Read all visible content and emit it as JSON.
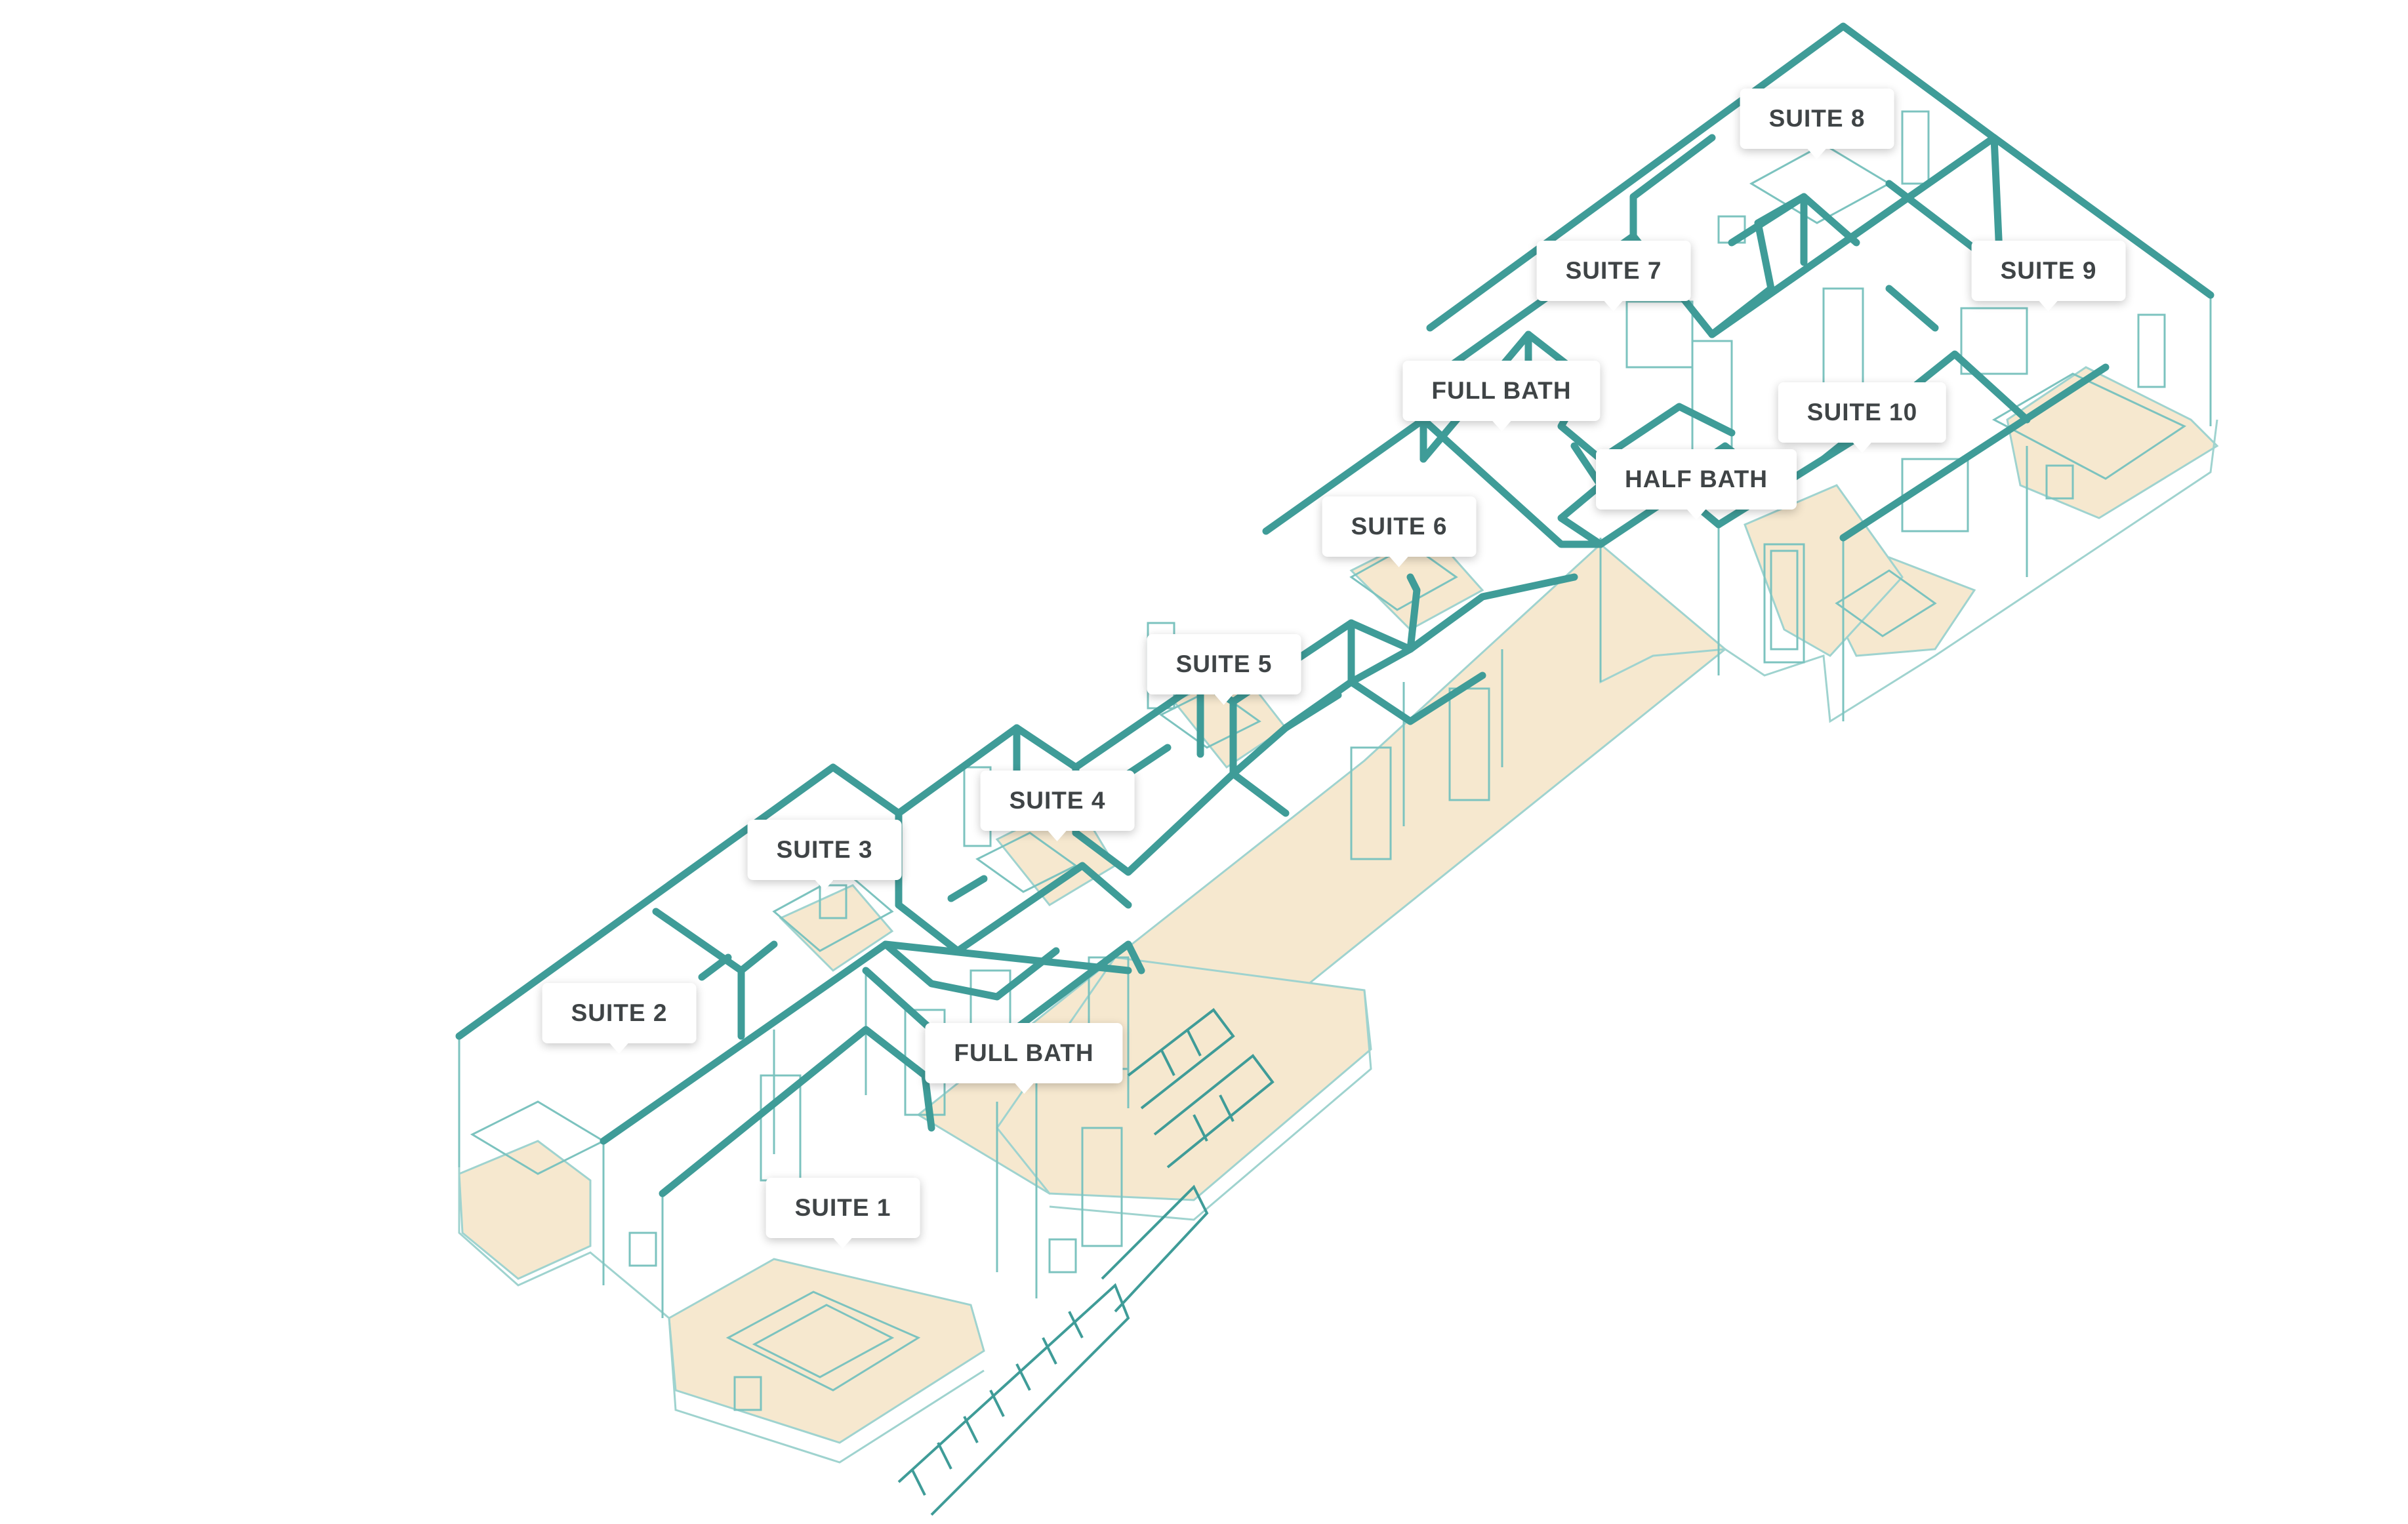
{
  "colors": {
    "wall": "#3f9c98",
    "wall_thin": "#7cc3bf",
    "floor": "#f6e8cf",
    "tag_text": "#3f4446",
    "tag_bg": "#ffffff"
  },
  "rooms": [
    {
      "id": "suite-8",
      "label": "SUITE 8"
    },
    {
      "id": "suite-7",
      "label": "SUITE 7"
    },
    {
      "id": "suite-9",
      "label": "SUITE 9"
    },
    {
      "id": "full-bath-upper",
      "label": "FULL BATH"
    },
    {
      "id": "suite-10",
      "label": "SUITE 10"
    },
    {
      "id": "half-bath",
      "label": "HALF BATH"
    },
    {
      "id": "suite-6",
      "label": "SUITE 6"
    },
    {
      "id": "suite-5",
      "label": "SUITE 5"
    },
    {
      "id": "suite-4",
      "label": "SUITE 4"
    },
    {
      "id": "suite-3",
      "label": "SUITE 3"
    },
    {
      "id": "suite-2",
      "label": "SUITE 2"
    },
    {
      "id": "full-bath-lower",
      "label": "FULL BATH"
    },
    {
      "id": "suite-1",
      "label": "SUITE 1"
    }
  ]
}
